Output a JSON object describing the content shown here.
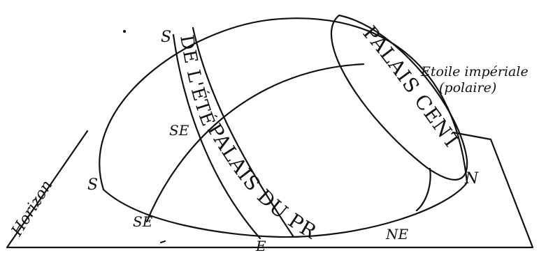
{
  "labels": {
    "horizon": "Horizon",
    "etoile_line1": "Etoile impériale",
    "etoile_line2": "(polaire)",
    "palais_central": "PALAIS CENTRAL",
    "palais_ete_upper": "DE L'ÉTÉ",
    "palais_ete_lower": "PALAIS DU PR",
    "dir_s_top": "S",
    "dir_se_mid": "SE",
    "dir_s_left": "S",
    "dir_se_low": "SE",
    "dir_e": "E",
    "dir_ne": "NE",
    "dir_n": "N"
  }
}
